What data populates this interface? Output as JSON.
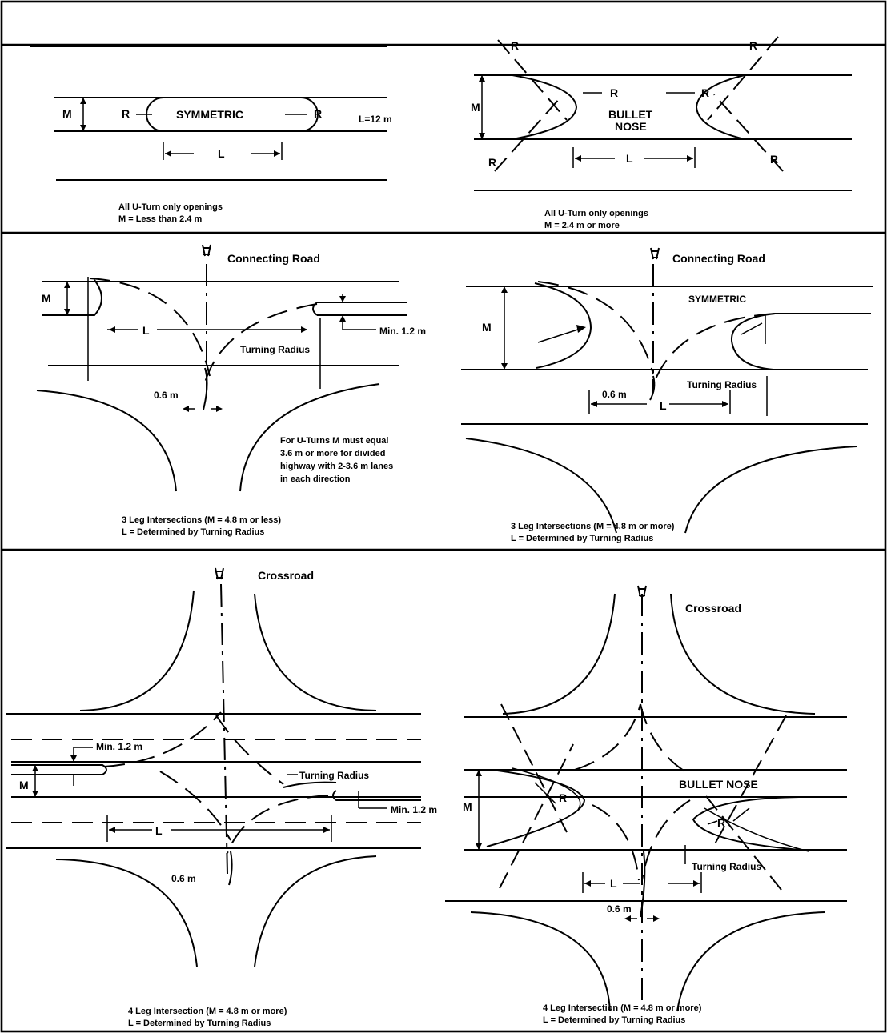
{
  "colors": {
    "ink": "#000000",
    "paper": "#ffffff"
  },
  "icons": {
    "road_symbol": "centerline-symbol-icon"
  },
  "panel1": {
    "m": "M",
    "r_left": "R",
    "r_right": "R",
    "type": "SYMMETRIC",
    "l_value": "L=12 m",
    "l": "L",
    "caption_line1": "All U-Turn only openings",
    "caption_line2": "M = Less than 2.4 m"
  },
  "panel2": {
    "m": "M",
    "r_top_left": "R",
    "r_top_right": "R",
    "r_bottom_left": "R",
    "r_bottom_right": "R",
    "r_inner_left": "R",
    "r_inner_right": "R",
    "type_line1": "BULLET",
    "type_line2": "NOSE",
    "l": "L",
    "caption_line1": "All U-Turn only openings",
    "caption_line2": "M = 2.4 m or more"
  },
  "panel3": {
    "road": "Connecting Road",
    "m": "M",
    "l": "L",
    "min": "Min. 1.2 m",
    "turning": "Turning Radius",
    "offset": "0.6 m",
    "note_line1": "For U-Turns M must equal",
    "note_line2": "3.6 m or more for divided",
    "note_line3": "highway with 2-3.6 m lanes",
    "note_line4": "in each direction",
    "caption_line1": "3 Leg Intersections (M = 4.8 m or less)",
    "caption_line2": "L = Determined by Turning Radius"
  },
  "panel4": {
    "road": "Connecting Road",
    "type": "SYMMETRIC",
    "m": "M",
    "turning": "Turning Radius",
    "offset": "0.6 m",
    "l": "L",
    "caption_line1": "3 Leg Intersections (M = 4.8 m or more)",
    "caption_line2": "L = Determined by Turning Radius"
  },
  "panel5": {
    "road": "Crossroad",
    "min_top": "Min. 1.2 m",
    "m": "M",
    "turning": "Turning Radius",
    "min_bottom": "Min. 1.2 m",
    "l": "L",
    "offset": "0.6 m",
    "caption_line1": "4 Leg Intersection (M = 4.8 m or more)",
    "caption_line2": "L = Determined by Turning Radius"
  },
  "panel6": {
    "road": "Crossroad",
    "type": "BULLET NOSE",
    "m": "M",
    "r_left": "R",
    "r_right": "R",
    "turning": "Turning Radius",
    "l": "L",
    "offset": "0.6 m",
    "caption_line1": "4 Leg Intersection (M = 4.8 m or more)",
    "caption_line2": "L = Determined by Turning Radius"
  }
}
